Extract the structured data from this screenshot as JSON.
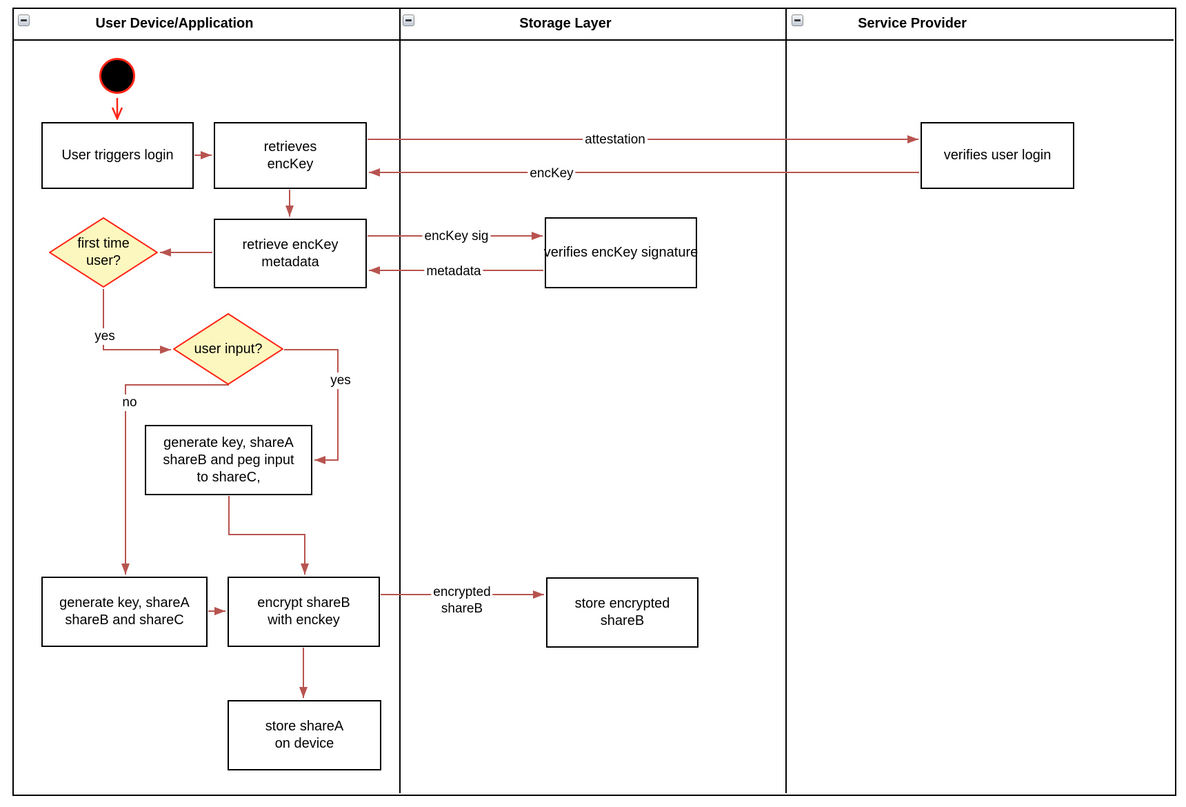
{
  "diagram": {
    "lanes": [
      {
        "title": "User Device/Application"
      },
      {
        "title": "Storage Layer"
      },
      {
        "title": "Service Provider"
      }
    ],
    "nodes": {
      "user_triggers_login": "User triggers login",
      "retrieves_enckey": "retrieves\nencKey",
      "retrieve_enckey_metadata": "retrieve encKey\nmetadata",
      "first_time_user": "first time\nuser?",
      "user_input": "user input?",
      "generate_key_peg_input": "generate key, shareA\nshareB and peg input\nto shareC,",
      "generate_key_sharec": "generate key, shareA\nshareB and shareC",
      "encrypt_shareb": "encrypt shareB\nwith enckey",
      "store_sharea_device": "store shareA\non device",
      "store_encrypted_shareb": "store encrypted\nshareB",
      "verifies_user_login": "verifies user login",
      "verifies_enckey_signature": "verifies encKey signature"
    },
    "edge_labels": {
      "attestation": "attestation",
      "enckey": "encKey",
      "enckey_sig": "encKey sig",
      "metadata": "metadata",
      "yes_first_time": "yes",
      "no_user_input": "no",
      "yes_user_input": "yes",
      "encrypted_shareb": "encrypted\nshareB"
    },
    "colors": {
      "edge": "#B85450",
      "accent_red": "#FF2416",
      "decision_fill": "#FBF7BE",
      "node_border": "#000000"
    }
  }
}
